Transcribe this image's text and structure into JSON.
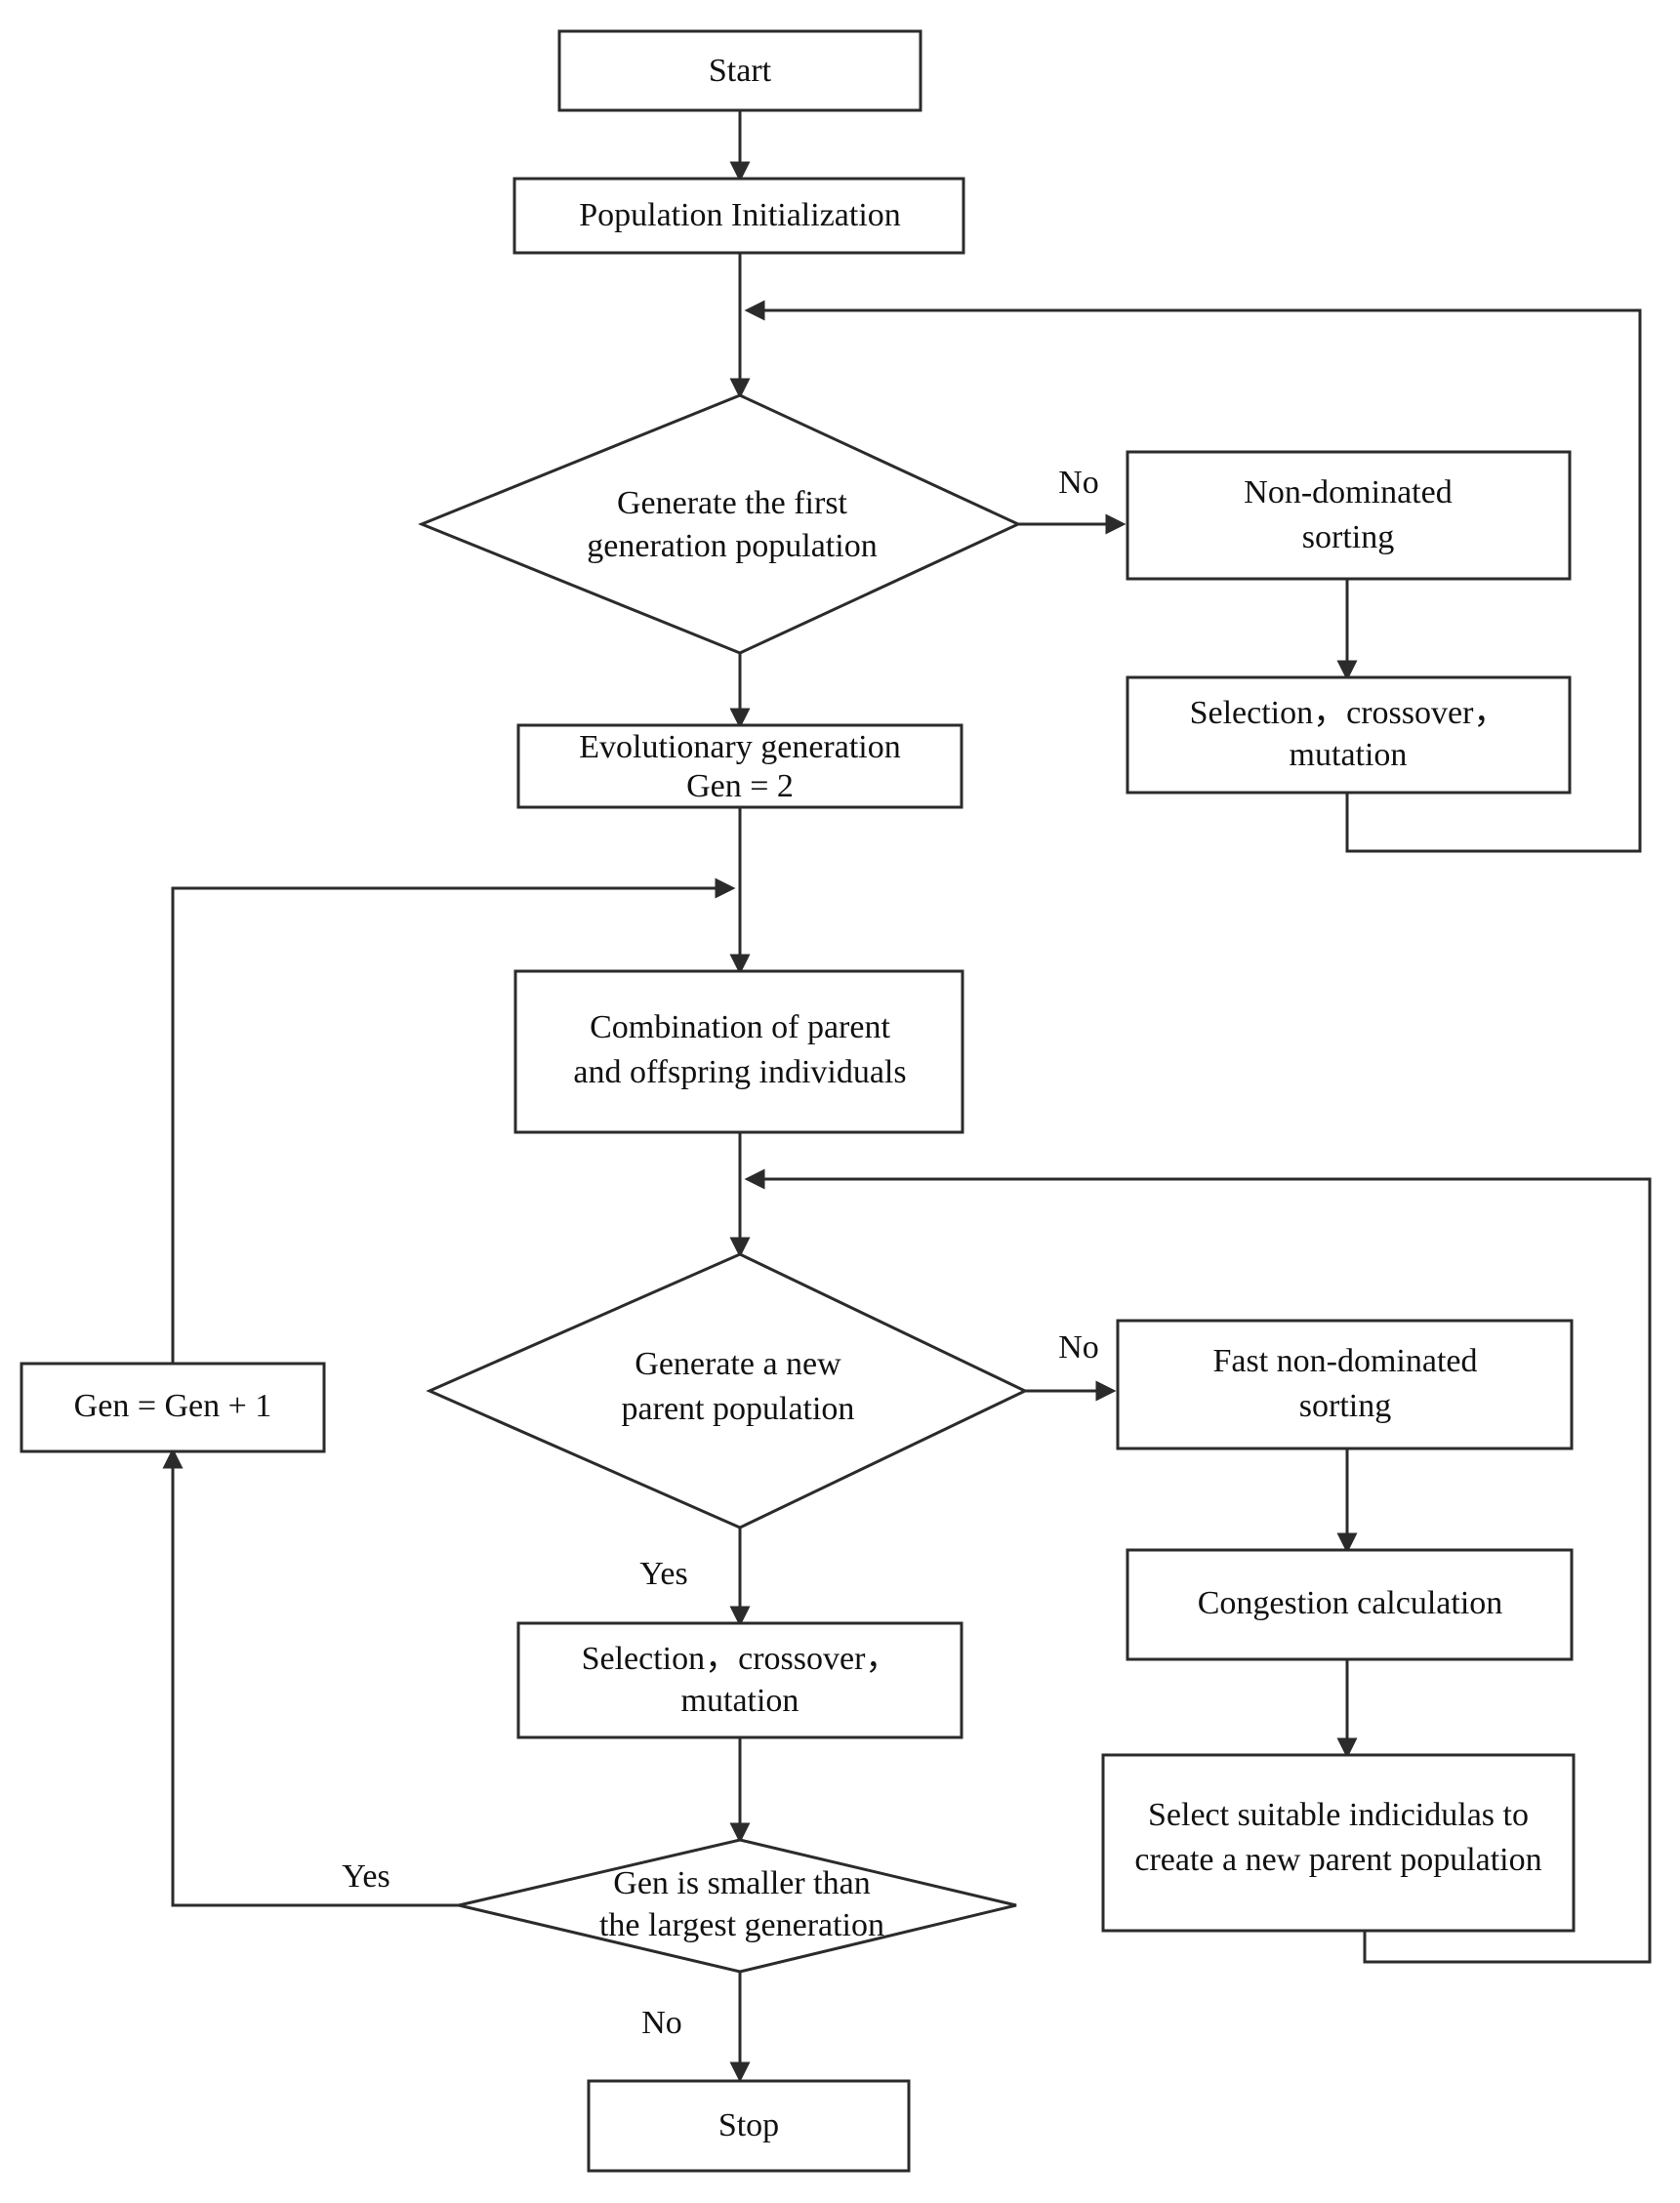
{
  "diagram": {
    "title": "NSGA-II multi-objective genetic algorithm flowchart",
    "colors": {
      "stroke": "#2b2b2b",
      "fill": "#ffffff",
      "text": "#111111",
      "background": "#ffffff"
    },
    "nodes": {
      "start": {
        "label": "Start",
        "shape": "rect"
      },
      "population_initialization": {
        "label": "Population Initialization",
        "shape": "rect"
      },
      "generate_first_generation": {
        "shape": "diamond",
        "line1": "Generate the first",
        "line2": "generation population"
      },
      "non_dominated_sorting": {
        "shape": "rect",
        "line1": "Non-dominated",
        "line2": "sorting"
      },
      "selection_crossover_mutation_top": {
        "shape": "rect",
        "line1": "Selection，crossover，",
        "line2": "mutation"
      },
      "evolutionary_generation": {
        "shape": "rect",
        "line1": "Evolutionary generation",
        "line2": "Gen = 2"
      },
      "combination_parent_offspring": {
        "shape": "rect",
        "line1": "Combination of parent",
        "line2": "and offspring individuals"
      },
      "generate_new_parent_population": {
        "shape": "diamond",
        "line1": "Generate a new",
        "line2": "parent population"
      },
      "fast_non_dominated_sorting": {
        "shape": "rect",
        "line1": "Fast non-dominated",
        "line2": "sorting"
      },
      "congestion_calculation": {
        "shape": "rect",
        "label": "Congestion calculation"
      },
      "select_suitable_individuals": {
        "shape": "rect",
        "line1": "Select suitable indicidulas to",
        "line2": "create a new parent population"
      },
      "gen_increment": {
        "shape": "rect",
        "label": "Gen = Gen + 1"
      },
      "selection_crossover_mutation_bottom": {
        "shape": "rect",
        "line1": "Selection，crossover，",
        "line2": "mutation"
      },
      "gen_smaller_than_largest": {
        "shape": "diamond",
        "line1": "Gen is smaller than",
        "line2": "the largest generation"
      },
      "stop": {
        "label": "Stop",
        "shape": "rect"
      }
    },
    "edge_labels": {
      "first_generation_no": "No",
      "new_parent_population_no": "No",
      "new_parent_population_yes": "Yes",
      "gen_smaller_yes": "Yes",
      "gen_smaller_no": "No"
    }
  }
}
